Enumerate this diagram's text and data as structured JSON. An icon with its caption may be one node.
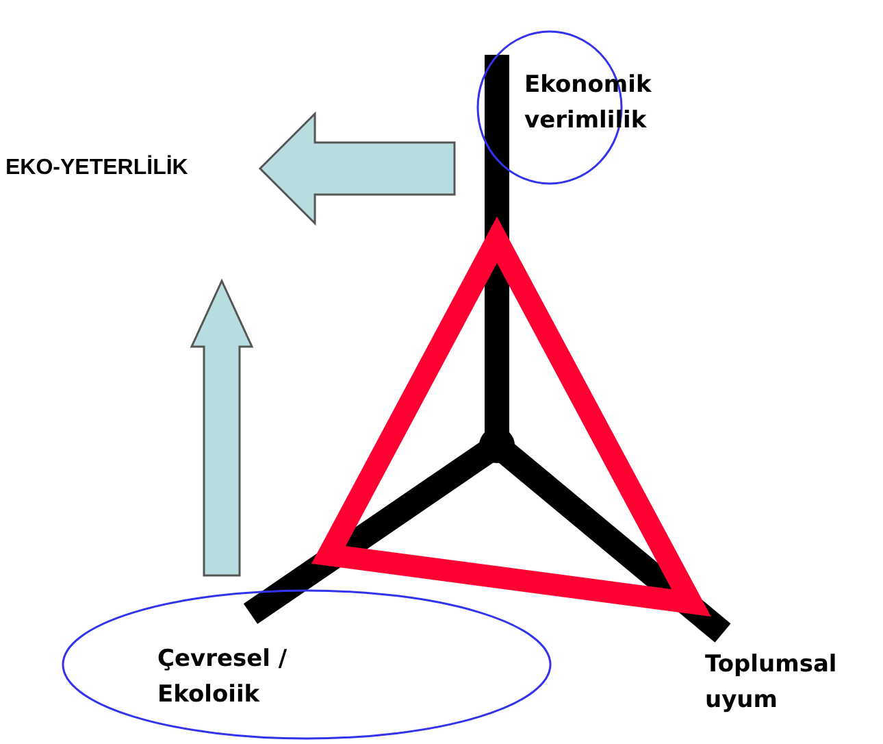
{
  "diagram": {
    "nodes": [
      {
        "text": [
          "Ekonomik verimlilik"
        ]
      },
      {
        "text": [
          "EKO-YETERLİLİK"
        ]
      },
      {
        "text": [
          "Çevresel / Ekoloiik"
        ]
      },
      {
        "text": [
          "Toplumsal uyum"
        ]
      },
      {
        "text": [],
        "shape": "point"
      }
    ],
    "edges": [
      {
        "from": 0,
        "to": 1,
        "arrow": "to"
      },
      {
        "from": 2,
        "to": null,
        "arrow": "to"
      },
      {
        "from": 4,
        "to": 0,
        "arrow": "none"
      },
      {
        "from": 4,
        "to": 2,
        "arrow": "none"
      },
      {
        "from": 4,
        "to": 3,
        "arrow": "none"
      }
    ]
  }
}
